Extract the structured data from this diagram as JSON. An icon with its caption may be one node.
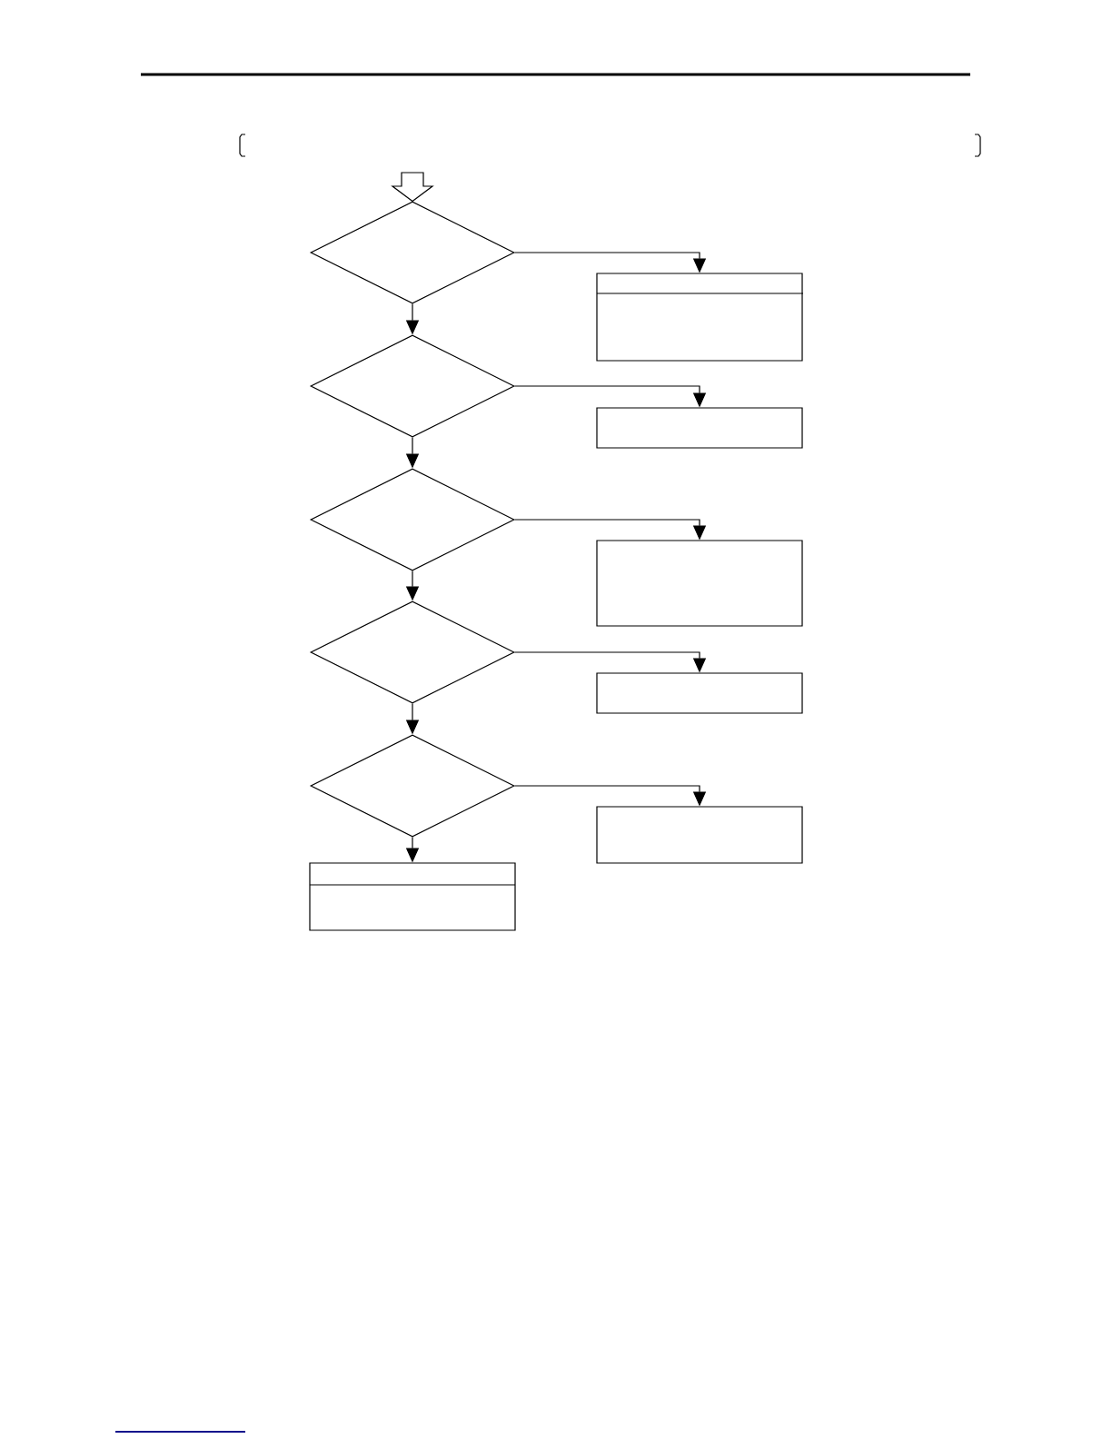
{
  "diagram": {
    "nodes": [
      {
        "text": [],
        "shape": "diamond"
      },
      {
        "text": [],
        "shape": "box"
      },
      {
        "text": [],
        "shape": "diamond"
      },
      {
        "text": [],
        "shape": "box"
      },
      {
        "text": [],
        "shape": "diamond"
      },
      {
        "text": [],
        "shape": "box"
      },
      {
        "text": [],
        "shape": "diamond"
      },
      {
        "text": [],
        "shape": "box"
      },
      {
        "text": [],
        "shape": "diamond"
      },
      {
        "text": [],
        "shape": "box"
      },
      {
        "text": [],
        "shape": "box"
      }
    ],
    "edges": [
      {
        "from": null,
        "to": 0,
        "arrow": "to"
      },
      {
        "from": 0,
        "to": 1,
        "arrow": "to"
      },
      {
        "from": 0,
        "to": 2,
        "arrow": "to"
      },
      {
        "from": 2,
        "to": 3,
        "arrow": "to"
      },
      {
        "from": 2,
        "to": 4,
        "arrow": "to"
      },
      {
        "from": 4,
        "to": 5,
        "arrow": "to"
      },
      {
        "from": 4,
        "to": 6,
        "arrow": "to"
      },
      {
        "from": 6,
        "to": 7,
        "arrow": "to"
      },
      {
        "from": 6,
        "to": 8,
        "arrow": "to"
      },
      {
        "from": 8,
        "to": 9,
        "arrow": "to"
      },
      {
        "from": 8,
        "to": 10,
        "arrow": "to"
      }
    ]
  }
}
